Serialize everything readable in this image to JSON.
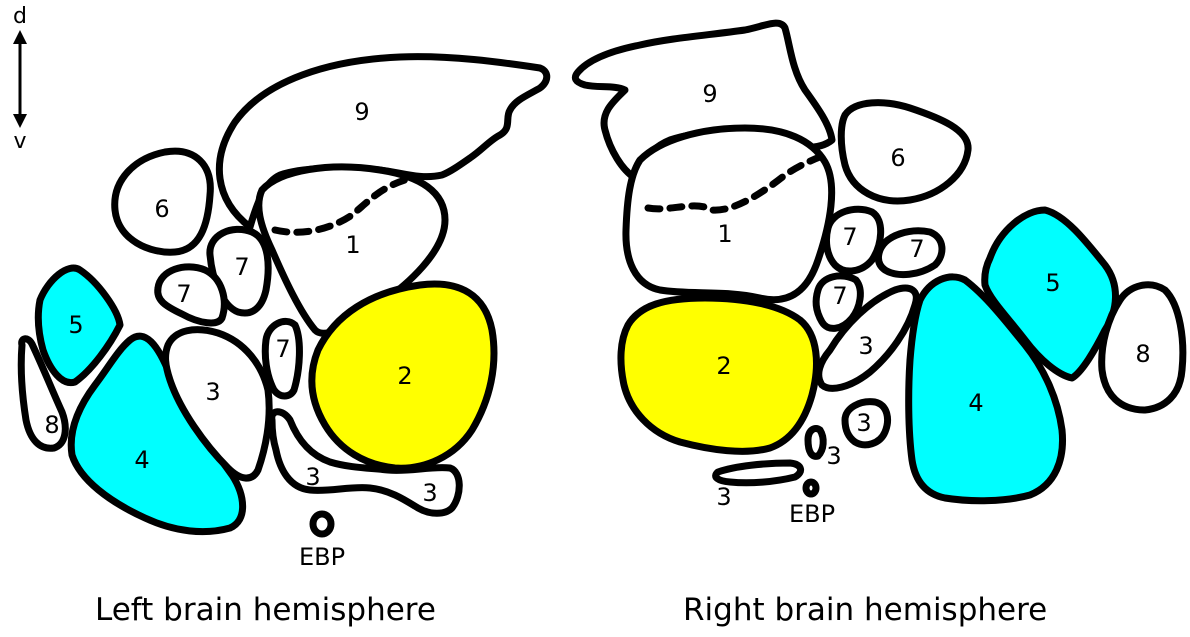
{
  "axis": {
    "dorsal": "d",
    "ventral": "v"
  },
  "colors": {
    "outline": "#000000",
    "cyan": "#00ffff",
    "yellow": "#ffff00",
    "white": "#ffffff"
  },
  "left": {
    "caption": "Left brain hemisphere",
    "labels": {
      "r9": "9",
      "r1": "1",
      "r6": "6",
      "r7a": "7",
      "r7b": "7",
      "r7c": "7",
      "r5": "5",
      "r8": "8",
      "r4": "4",
      "r3a": "3",
      "r2": "2",
      "r3b": "3",
      "r3c": "3",
      "ebp": "EBP"
    }
  },
  "right": {
    "caption": "Right brain hemisphere",
    "labels": {
      "r9": "9",
      "r1": "1",
      "r6": "6",
      "r7a": "7",
      "r7b": "7",
      "r7c": "7",
      "r5": "5",
      "r8": "8",
      "r4": "4",
      "r2": "2",
      "r3a": "3",
      "r3b": "3",
      "r3c": "3",
      "r3d": "3",
      "ebp": "EBP"
    }
  }
}
